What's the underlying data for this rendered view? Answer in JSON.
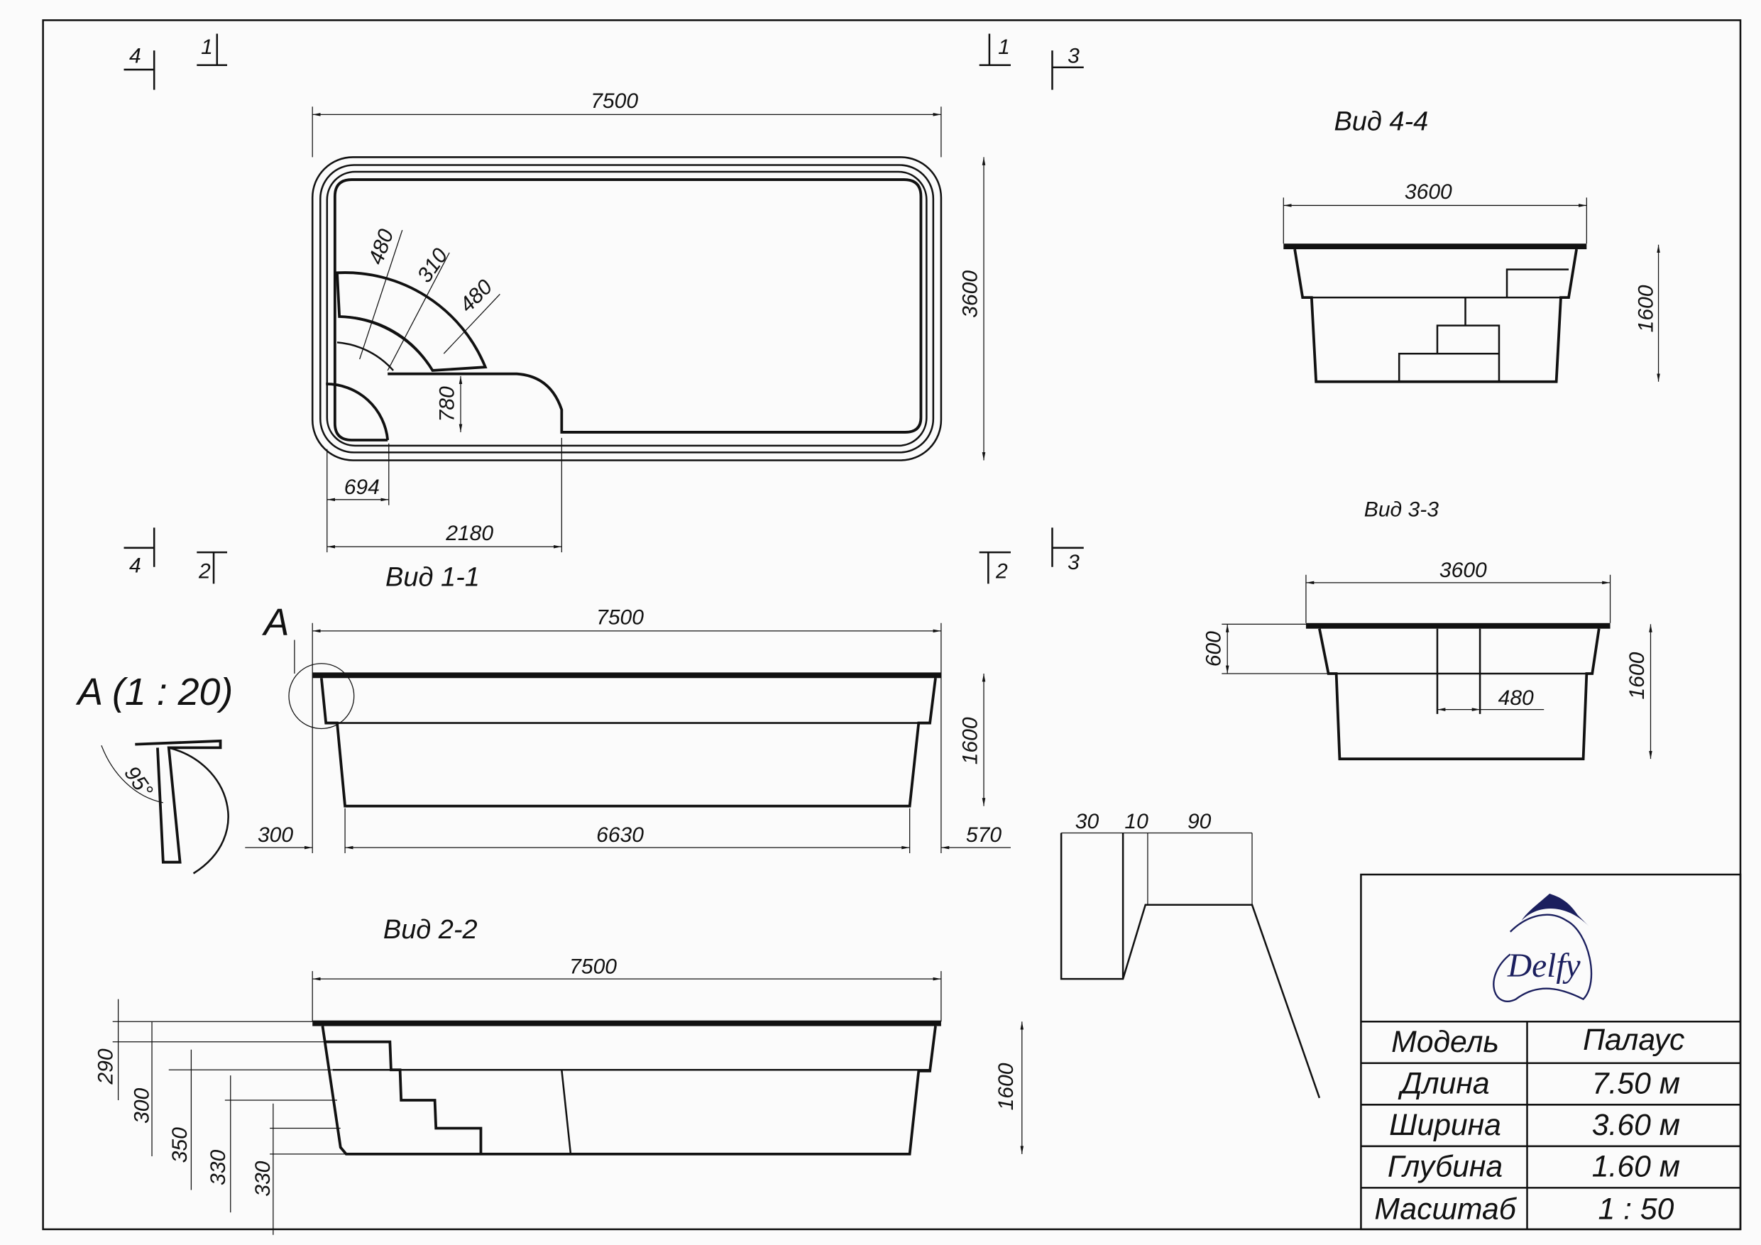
{
  "plan": {
    "length": "7500",
    "width": "3600",
    "step_dims": [
      "480",
      "310",
      "480"
    ],
    "d780": "780",
    "d694": "694",
    "d2180": "2180",
    "section_marks": [
      "4",
      "1",
      "1",
      "3",
      "4",
      "2",
      "2",
      "3"
    ]
  },
  "view11": {
    "title": "Вид 1-1",
    "length": "7500",
    "depth": "1600",
    "left": "300",
    "bottom": "6630",
    "right": "570",
    "callout": "A"
  },
  "detailA": {
    "title": "A (1 : 20)",
    "angle": "95°"
  },
  "view22": {
    "title": "Вид 2-2",
    "length": "7500",
    "depth": "1600",
    "steps": [
      "290",
      "300",
      "350",
      "330",
      "330"
    ]
  },
  "view44": {
    "title": "Вид 4-4",
    "width": "3600",
    "depth": "1600"
  },
  "view33": {
    "title": "Вид 3-3",
    "width": "3600",
    "depth": "1600",
    "ledge": "600",
    "step": "480"
  },
  "profile": {
    "dims": [
      "30",
      "10",
      "90"
    ]
  },
  "titleblock": {
    "logo": "Delfy",
    "rows": [
      {
        "label": "Модель",
        "value": "Палаус"
      },
      {
        "label": "Длина",
        "value": "7.50 м"
      },
      {
        "label": "Ширина",
        "value": "3.60 м"
      },
      {
        "label": "Глубина",
        "value": "1.60 м"
      },
      {
        "label": "Масштаб",
        "value": "1 : 50"
      }
    ]
  },
  "colors": {
    "logo": "#1b1f5e",
    "line": "#111111"
  }
}
